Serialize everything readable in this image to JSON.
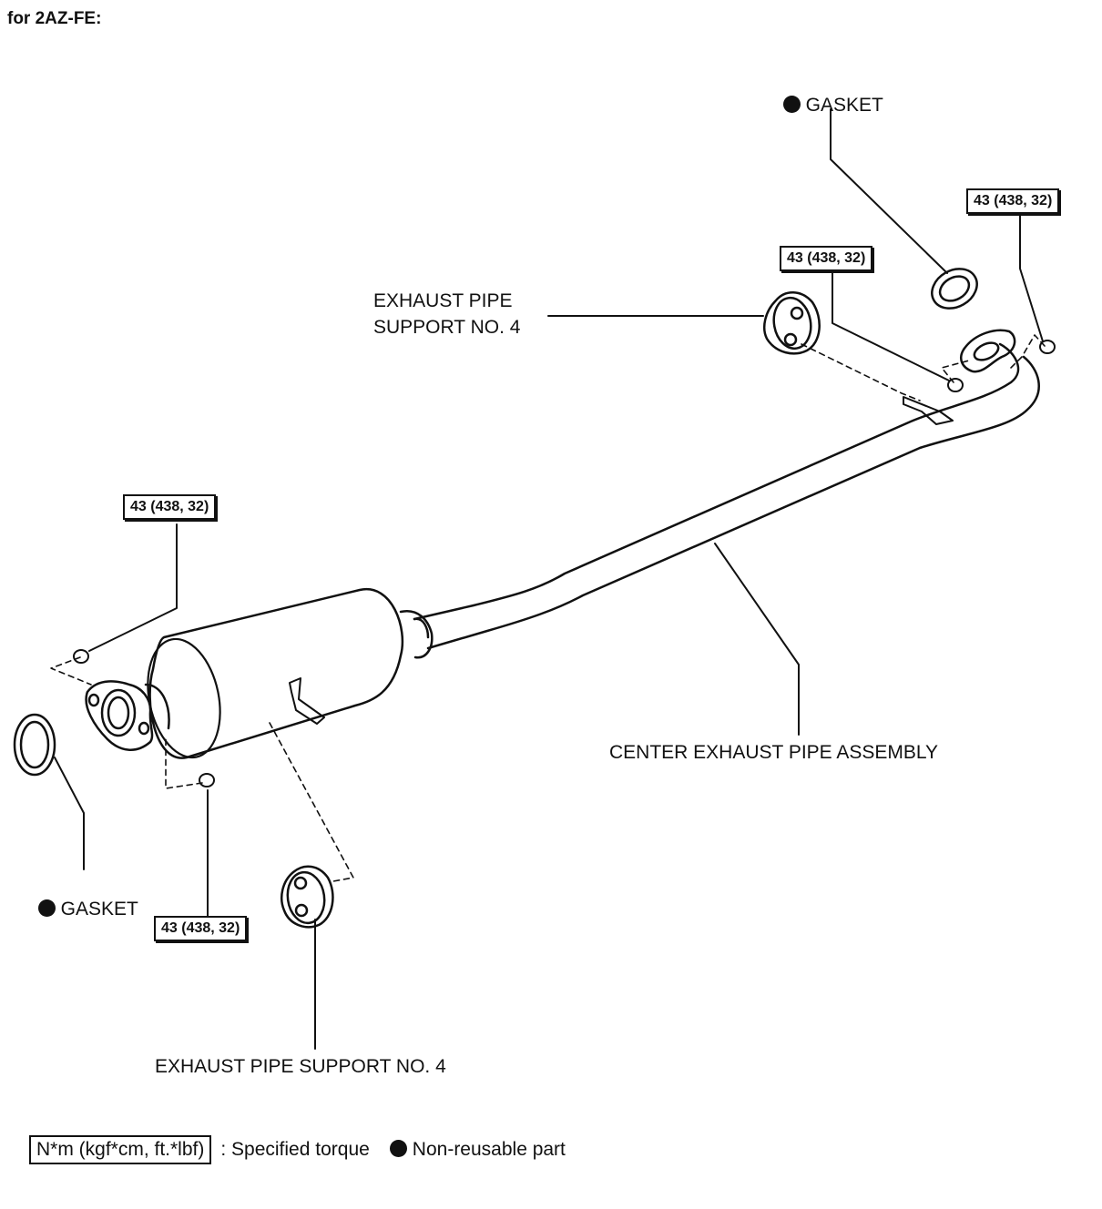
{
  "heading": "for 2AZ-FE:",
  "labels": {
    "gasket_top": "GASKET",
    "gasket_bottom": "GASKET",
    "support_upper": "EXHAUST PIPE\nSUPPORT NO. 4",
    "support_lower": "EXHAUST PIPE SUPPORT NO. 4",
    "center_pipe": "CENTER EXHAUST PIPE ASSEMBLY"
  },
  "torque": {
    "top_right": "43 (438, 32)",
    "top_middle": "43 (438, 32)",
    "left_upper": "43 (438, 32)",
    "left_lower": "43 (438, 32)"
  },
  "legend": {
    "torque_unit": "N*m (kgf*cm, ft.*lbf)",
    "torque_desc": ": Specified torque",
    "nonreusable_desc": "Non-reusable part"
  },
  "icons": [
    "non-reusable-dot-icon"
  ]
}
